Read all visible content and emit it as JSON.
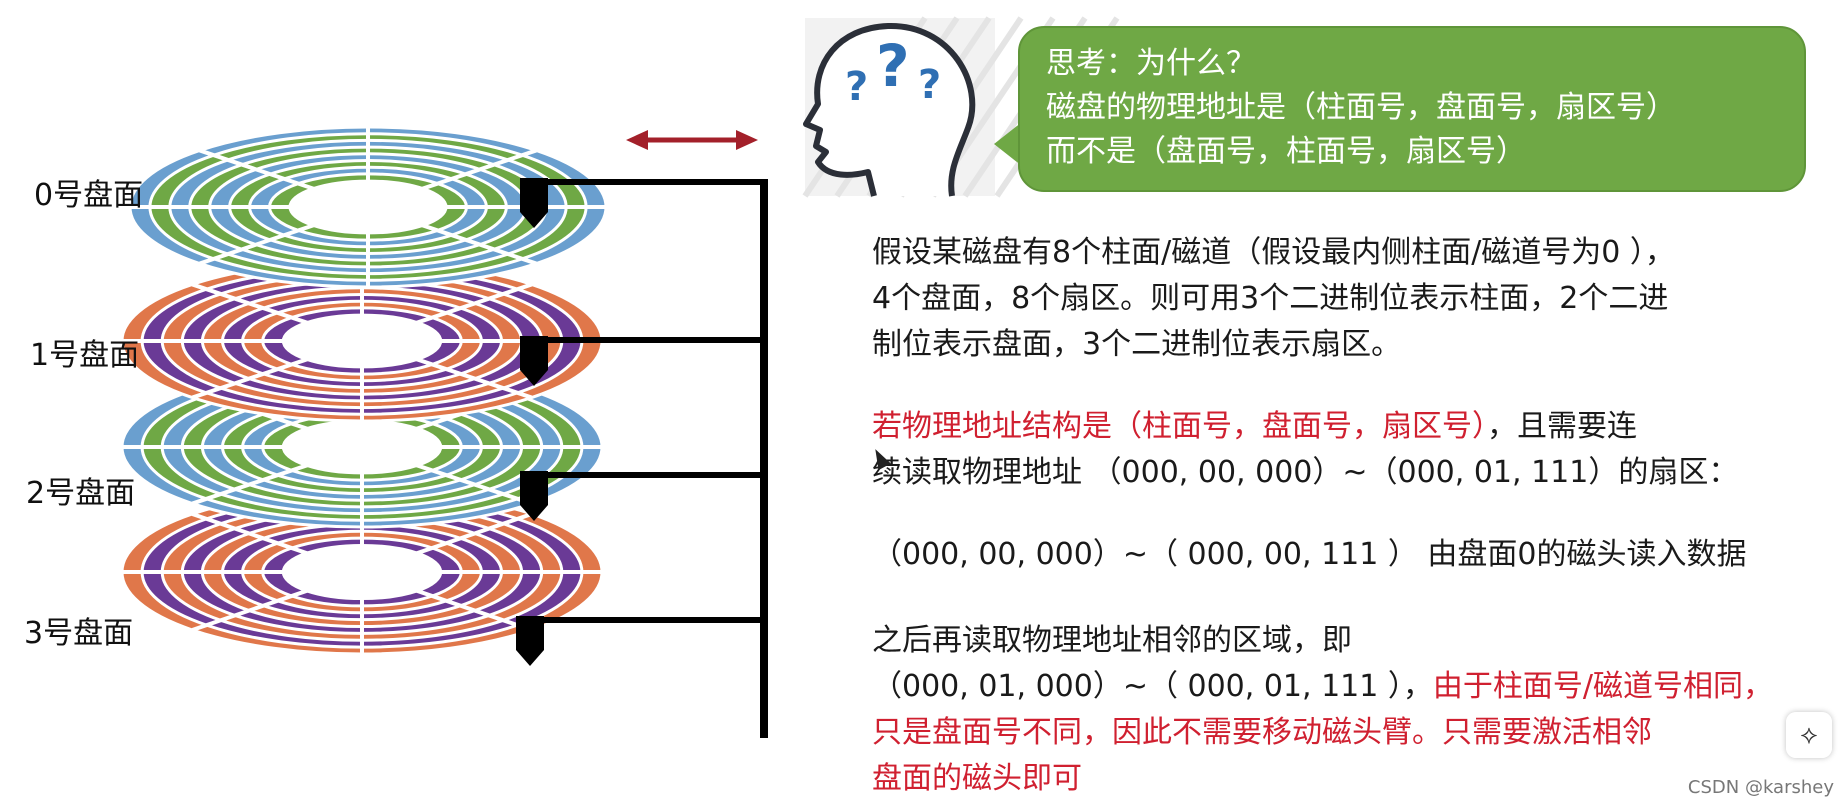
{
  "disk_labels": [
    "0号盘面",
    "1号盘面",
    "2号盘面",
    "3号盘面"
  ],
  "colors": {
    "blue": "#6a9fcf",
    "green": "#6fa845",
    "orange": "#e0774a",
    "purple": "#6a3a96",
    "arm": "#000000",
    "arrow": "#a3202a",
    "bubble": "#6fa845",
    "text_red": "#d02030"
  },
  "bubble": {
    "line1": "思考：为什么？",
    "line2": "磁盘的物理地址是（柱面号，盘面号，扇区号）",
    "line3": "而不是（盘面号，柱面号，扇区号）"
  },
  "text": {
    "p1_l1": "假设某磁盘有8个柱面/磁道（假设最内侧柱面/磁道号为0 ），",
    "p1_l2": "4个盘面，8个扇区。则可用3个二进制位表示柱面，2个二进",
    "p1_l3": "制位表示盘面，3个二进制位表示扇区。",
    "p2_red": "若物理地址结构是（柱面号，盘面号，扇区号）",
    "p2_tail": "，且需要连",
    "p2_l2": "续读取物理地址 （000, 00, 000）~（000, 01, 111）的扇区：",
    "p3": "（000, 00, 000）~（ 000, 00, 111 ） 由盘面0的磁头读入数据",
    "p4_l1": "之后再读取物理地址相邻的区域，即",
    "p4_l2_black": "（000, 01, 000）~（ 000, 01, 111 ），",
    "p4_l2_red": "由于柱面号/磁道号相同，",
    "p4_l3_red": "只是盘面号不同，因此不需要移动磁头臂。只需要激活相邻",
    "p4_l4_red": "盘面的磁头即可"
  },
  "watermark": "CSDN @karshey",
  "icons": {
    "head": "thinking-head-icon",
    "arrow": "double-arrow-icon",
    "scroll": "scroll-button"
  },
  "scroll_glyph": "⟡"
}
